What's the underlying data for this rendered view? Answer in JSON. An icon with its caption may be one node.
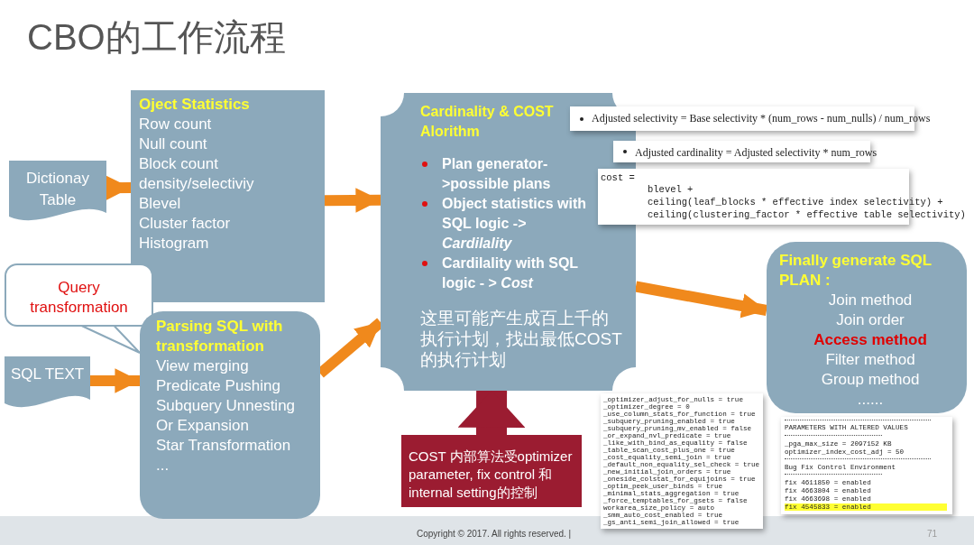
{
  "diagram": {
    "title": "CBO的工作流程",
    "nodes": [
      {
        "text": [
          "Dictionay Table"
        ]
      },
      {
        "text": [
          "Oject Statistics",
          "Row  count",
          "Null count",
          "Block count",
          "density/selectiviy",
          "Blevel",
          "Cluster factor",
          "Histogram"
        ]
      },
      {
        "text": [
          "Query transformation"
        ]
      },
      {
        "text": [
          "SQL TEXT"
        ]
      },
      {
        "text": [
          "Parsing SQL with transformation",
          "View merging",
          "Predicate Pushing",
          "Subquery Unnesting",
          "Or Expansion",
          "Star Transformation",
          "..."
        ]
      },
      {
        "text": [
          "Cardinality & COST Alorithm",
          "Plan generator->possible plans",
          "Object statistics with SQL logic -> *Cardilality*",
          "Cardilality with SQL logic - > *Cost*",
          "这里可能产生成百上千的执行计划，找出最低COST的执行计划"
        ]
      },
      {
        "text": [
          "Finally generate SQL PLAN :",
          "Join method",
          "Join order",
          "Access method",
          "Filter method",
          "Group method",
          "......"
        ]
      },
      {
        "text": [
          "COST 内部算法受optimizer parameter, fix control 和 internal setting的控制"
        ]
      }
    ],
    "edges": [
      {
        "from": 0,
        "to": 1,
        "arrow": "to"
      },
      {
        "from": 3,
        "to": 4,
        "arrow": "to"
      },
      {
        "from": 1,
        "to": 5,
        "arrow": "to"
      },
      {
        "from": 4,
        "to": 5,
        "arrow": "to"
      },
      {
        "from": 5,
        "to": 6,
        "arrow": "to"
      },
      {
        "from": 7,
        "to": 5,
        "arrow": "to",
        "style": "thick",
        "color": "#9b1c31"
      },
      {
        "from": 2,
        "to": 4,
        "arrow": "none",
        "color": "#8ca9bb"
      }
    ],
    "labels": [
      "Adjusted selectivity = Base selectivity * (num_rows - num_nulls) / num_rows",
      "Adjusted cardinality = Adjusted selectivity * num_rows",
      "cost =",
      "blevel +",
      "ceiling(leaf_blocks * effective index selectivity) +",
      "ceiling(clustering_factor * effective table selectivity)",
      "_optimizer_adjust_for_nulls = true",
      "_optimizer_degree = 0",
      "_use_column_stats_for_function = true",
      "_subquery_pruning_enabled = true",
      "_subquery_pruning_mv_enabled = false",
      "_or_expand_nvl_predicate = true",
      "_like_with_bind_as_equality = false",
      "_table_scan_cost_plus_one = true",
      "_cost_equality_semi_join = true",
      "_default_non_equality_sel_check = true",
      "_new_initial_join_orders = true",
      "_oneside_colstat_for_equijoins = true",
      "_optim_peek_user_binds = true",
      "_minimal_stats_aggregation = true",
      "_force_temptables_for_gsets = false",
      "workarea_size_policy = auto",
      "_smm_auto_cost_enabled = true",
      "_gs_anti_semi_join_allowed = true",
      "PARAMETERS WITH ALTERED VALUES",
      "_pga_max_size = 2097152 KB",
      "optimizer_index_cost_adj = 50",
      "Bug Fix Control Environment",
      "fix 4611850 = enabled",
      "fix 4663804 = enabled",
      "fix 4663698 = enabled",
      "fix 4545833 = enabled",
      "Copyright © 2017. All rights reserved.  |",
      "71"
    ]
  }
}
